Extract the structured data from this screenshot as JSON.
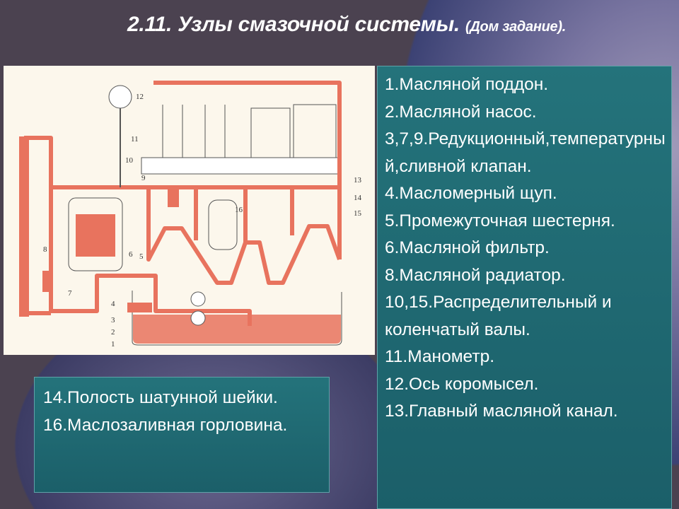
{
  "title": {
    "main": "2.11. Узлы смазочной системы.",
    "sub": "(Дом задание)."
  },
  "diagram_labels": [
    "1",
    "2",
    "3",
    "4",
    "5",
    "6",
    "7",
    "8",
    "9",
    "10",
    "11",
    "12",
    "13",
    "14",
    "15",
    "16"
  ],
  "legend_right": [
    "1.Масляной поддон.",
    "2.Масляной насос.",
    "3,7,9.Редукционный,температурный,сливной клапан.",
    "4.Масломерный щуп.",
    "5.Промежуточная шестерня.",
    "6.Масляной фильтр.",
    "8.Масляной радиатор.",
    "10,15.Распределительный и коленчатый валы.",
    "11.Манометр.",
    "12.Ось коромысел.",
    "13.Главный масляной канал."
  ],
  "legend_left": [
    "14.Полость шатунной шейки.",
    "16.Маслозаливная горловина."
  ],
  "colors": {
    "oil": "#e8735e",
    "panel": "#1f6a73",
    "background": "#4b4250"
  }
}
